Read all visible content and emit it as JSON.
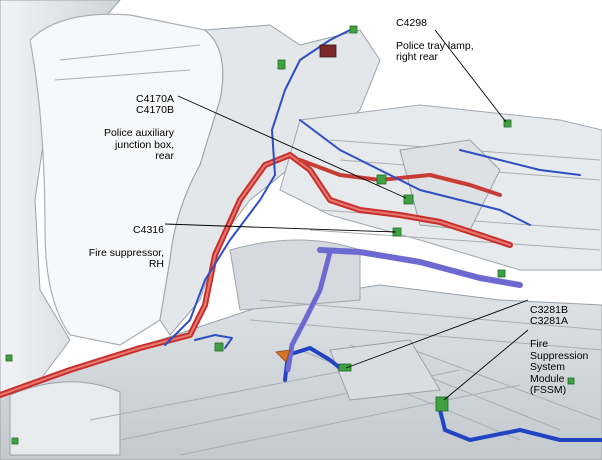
{
  "callouts": [
    {
      "id": "c4298",
      "connector": "C4298",
      "description": "Police tray lamp,\nright rear"
    },
    {
      "id": "c4170",
      "connector": "C4170A\nC4170B",
      "description": "Police auxiliary\njunction box, rear"
    },
    {
      "id": "c4316",
      "connector": "C4316",
      "description": "Fire suppressor,\nRH"
    },
    {
      "id": "c3281",
      "connector": "C3281B\nC3281A",
      "description": "Fire\nSuppression\nSystem Module\n(FSSM)"
    }
  ],
  "colors": {
    "body_light": "#e9ecee",
    "body_mid": "#cfd4d8",
    "body_dark": "#aeb4ba",
    "harness_red": "#c92f2a",
    "harness_blue": "#2f4fc4",
    "harness_purple": "#6c6ad0",
    "connector_green": "#3fa142",
    "leader": "#000000"
  },
  "icons": [
    "connector-green-icon",
    "grommet-orange-icon"
  ]
}
